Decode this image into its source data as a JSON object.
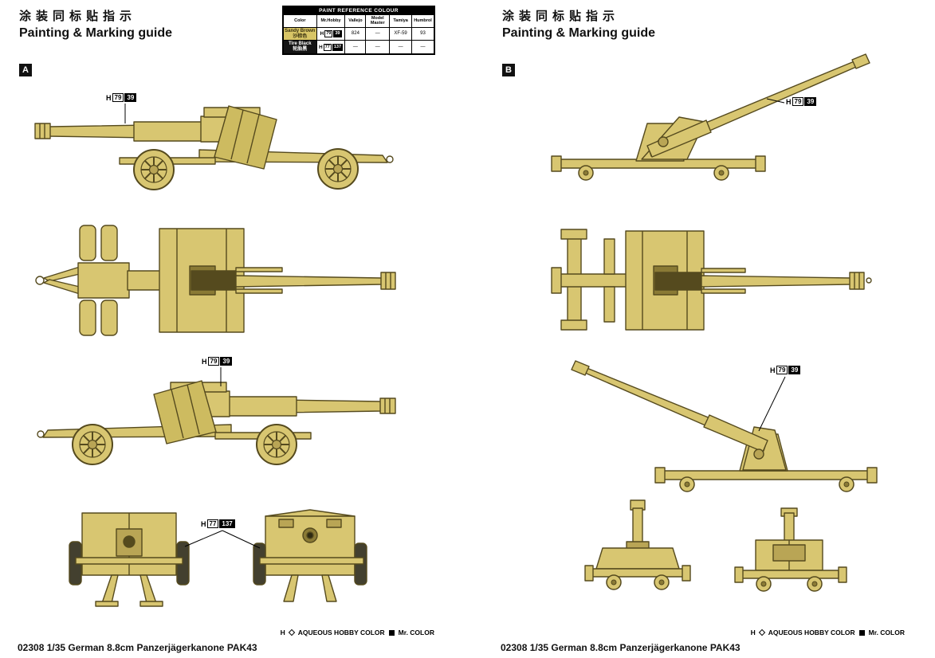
{
  "page": {
    "caption": "02308 1/35 German 8.8cm Panzerjägerkanone PAK43"
  },
  "panel_a": {
    "letter": "A",
    "title_cn": "涂装同标贴指示",
    "title_en": "Painting & Marking guide"
  },
  "panel_b": {
    "letter": "B",
    "title_cn": "涂装同标贴指示",
    "title_en": "Painting & Marking guide"
  },
  "footer": {
    "aqueous_prefix": "H",
    "aqueous_label": "AQUEOUS HOBBY COLOR",
    "mr_color_label": "Mr. COLOR"
  },
  "paint_table": {
    "title": "PAINT REFERENCE COLOUR",
    "headers": [
      "Color",
      "Mr.Hobby",
      "Vallejo",
      "Model Master",
      "Tamiya",
      "Humbrol"
    ],
    "rows": [
      {
        "name_en": "Sandy Brown",
        "name_cn": "沙棕色",
        "swatch": "#d8c566",
        "text_color": "#3a3210",
        "mr_prefix": "H",
        "aqueous_no": "79",
        "mr_color_no": "39",
        "vallejo": "824",
        "model_master": "—",
        "tamiya": "XF-59",
        "humbrol": "93"
      },
      {
        "name_en": "Tire Black",
        "name_cn": "轮胎黑",
        "swatch": "#141414",
        "text_color": "#ffffff",
        "mr_prefix": "H",
        "aqueous_no": "77",
        "mr_color_no": "137",
        "vallejo": "—",
        "model_master": "—",
        "tamiya": "—",
        "humbrol": "—"
      }
    ]
  },
  "callouts": {
    "sandy": {
      "prefix": "H",
      "aqueous": "79",
      "mr_color": "39"
    },
    "tire": {
      "prefix": "H",
      "aqueous": "77",
      "mr_color": "137"
    }
  },
  "colors": {
    "gun_body": "#d8c671",
    "gun_shade": "#cdbb60",
    "outline": "#554a1e"
  }
}
